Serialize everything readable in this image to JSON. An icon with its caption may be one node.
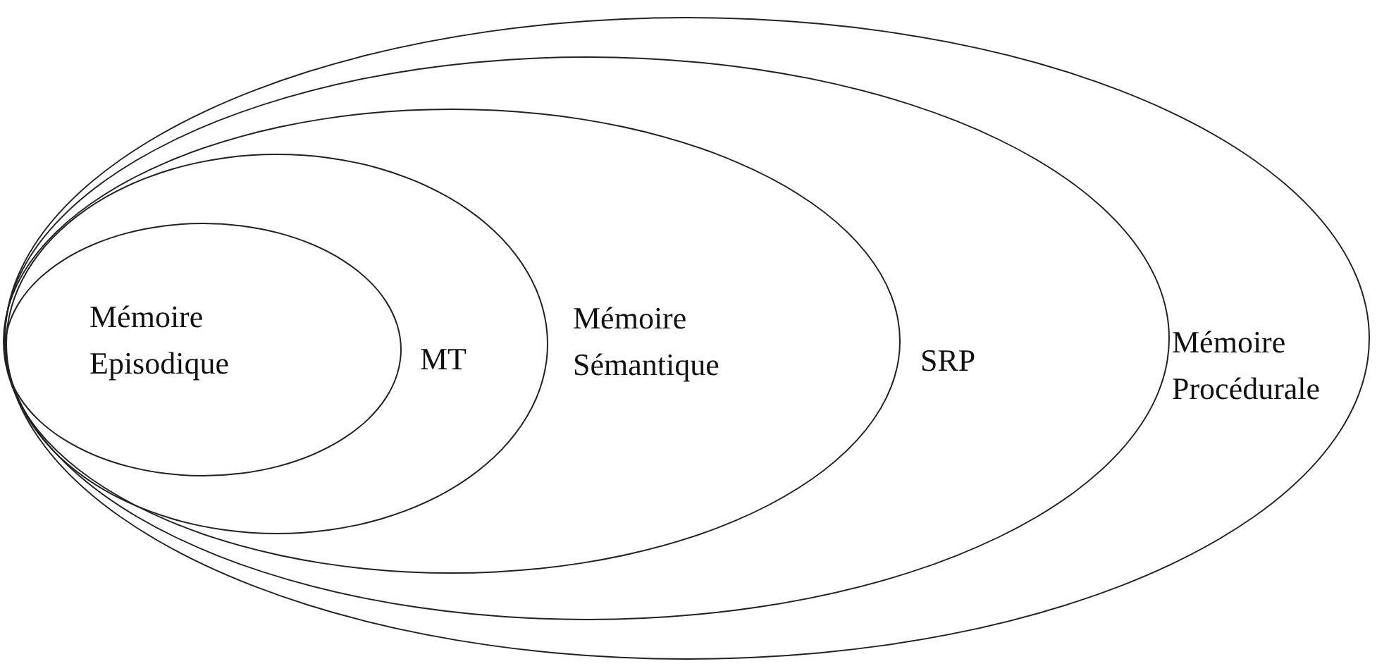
{
  "diagram": {
    "nodes": [
      {
        "text": [
          "Mémoire Procédurale"
        ]
      },
      {
        "text": [
          "SRP"
        ],
        "in": 0
      },
      {
        "text": [
          "Mémoire Sémantique"
        ],
        "in": 1
      },
      {
        "text": [
          "MT"
        ],
        "in": 2
      },
      {
        "text": [
          "Mémoire Episodique"
        ],
        "in": 3
      }
    ]
  }
}
